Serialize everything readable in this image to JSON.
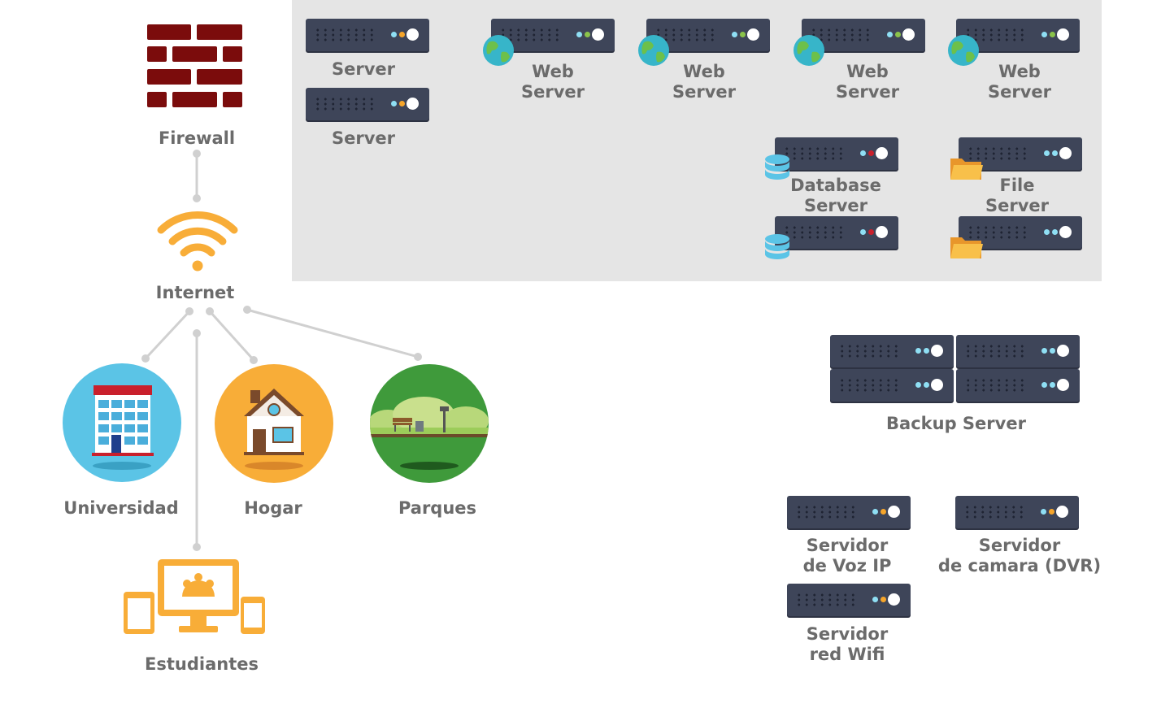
{
  "firewall": {
    "label": "Firewall"
  },
  "internet": {
    "label": "Internet"
  },
  "clients": {
    "university": {
      "label": "Universidad"
    },
    "home": {
      "label": "Hogar"
    },
    "parks": {
      "label": "Parques"
    },
    "students": {
      "label": "Estudiantes"
    }
  },
  "server_room": {
    "servers": [
      "Server",
      "Server"
    ],
    "web_servers": [
      "Web\nServer",
      "Web\nServer",
      "Web\nServer",
      "Web\nServer"
    ],
    "database_server": "Database\nServer",
    "file_server": "File\nServer"
  },
  "backup_server": {
    "label": "Backup Server"
  },
  "voip_server": {
    "label": "Servidor\nde Voz IP"
  },
  "camera_server": {
    "label": "Servidor\nde camara (DVR)"
  },
  "wifi_server": {
    "label": "Servidor\nred Wifi"
  },
  "colors": {
    "firewall": "#7b0c0c",
    "wifi": "#f8ad38",
    "server_body": "#3e4559",
    "panel_bg": "#e5e5e5",
    "label": "#6b6b6b",
    "university_bg": "#5bc4e6",
    "home_bg": "#f8ad38",
    "parks_bg": "#3f9a3b"
  }
}
